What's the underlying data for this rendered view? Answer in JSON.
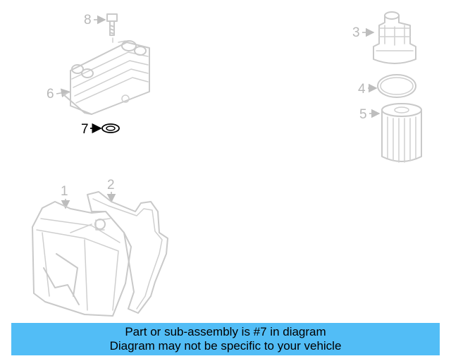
{
  "callouts": {
    "c1": "1",
    "c2": "2",
    "c3": "3",
    "c4": "4",
    "c5": "5",
    "c6": "6",
    "c7": "7",
    "c8": "8"
  },
  "highlighted_part": "7",
  "banner": {
    "line1": "Part or sub-assembly is #7 in diagram",
    "line2": "Diagram may not be specific to your vehicle"
  },
  "colors": {
    "banner_bg": "#52bdf6",
    "part_stroke": "#c9c9c9",
    "highlight": "#000000"
  }
}
